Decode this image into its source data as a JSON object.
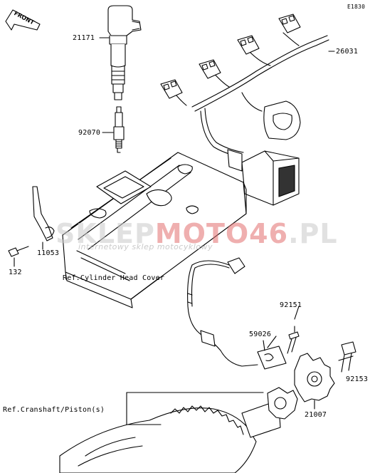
{
  "diagram": {
    "code": "E1830",
    "front_label": "FRONT",
    "watermark": {
      "main_gray": "SKLEP",
      "main_red": "MOTO46",
      "main_tail": ".PL",
      "sub": "internetowy sklep motocyklowy"
    },
    "labels": {
      "p21171": "21171",
      "p26031": "26031",
      "p92070": "92070",
      "p11053": "11053",
      "p132": "132",
      "ref_head_cover": "Ref.Cylinder Head Cover",
      "p92151": "92151",
      "p59026": "59026",
      "p92153": "92153",
      "ref_crankshaft": "Ref.Cranshaft/Piston(s)",
      "p21007": "21007"
    }
  }
}
